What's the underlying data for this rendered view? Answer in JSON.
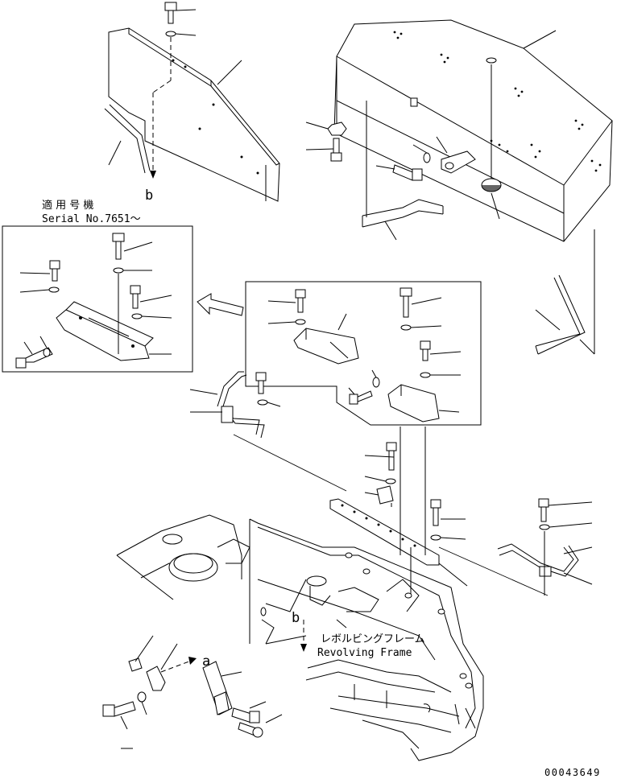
{
  "labels": {
    "serial_jp": "適 用 号 機",
    "serial_en": "Serial No.7651～",
    "frame_jp": "レボルビングフレーム",
    "frame_en": "Revolving Frame",
    "ref_a": "a",
    "ref_b_top": "b",
    "ref_b_frame": "b",
    "drawing_number": "00043649"
  }
}
